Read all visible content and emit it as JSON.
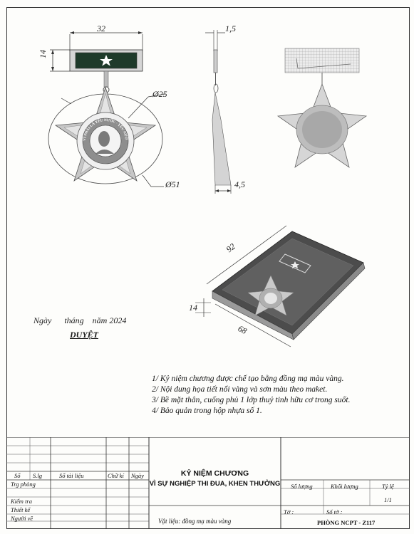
{
  "dimensions": {
    "ribbon_width": "32",
    "ribbon_height": "14",
    "medal_diameter": "Ø25",
    "star_diameter": "Ø51",
    "side_thickness": "1,5",
    "side_depth": "4,5",
    "box_length": "92",
    "box_depth": "14",
    "box_width": "68"
  },
  "medal_ring_text": "VÌ PHÁI LÀ YÊU NƯỚC · YÊU NƯỚC THÌ PHẢI THI ĐUA",
  "approval": {
    "date_line": "Ngày      tháng    năm 2024",
    "title": "DUYỆT"
  },
  "notes": [
    "1/ Kỷ niệm chương được chế tạo bằng đồng mạ màu vàng.",
    "2/ Nội dung họa tiết nổi vàng và sơn màu theo maket.",
    "3/ Bề mặt thân, cuống phủ 1 lớp thuỷ tinh hữu cơ trong suốt.",
    "4/ Bảo quản trong hộp nhựa số 1."
  ],
  "title_block": {
    "col_so": "Số",
    "col_slg": "S.lg",
    "col_so_tai_lieu": "Số tài liệu",
    "col_chu_ki": "Chữ kí",
    "col_ngay": "Ngày",
    "row_trg_phong": "Trg phòng",
    "row_kiem_tra": "Kiểm tra",
    "row_thiet_ke": "Thiết kế",
    "row_nguoi_ve": "Người vẽ",
    "title_line1": "KỶ NIỆM CHƯƠNG",
    "title_line2": "VÌ SỰ NGHIỆP THI ĐUA, KHEN THƯỞNG",
    "material": "Vật liệu: đồng mạ màu vàng",
    "so_luong": "Số lượng",
    "khoi_luong": "Khối lượng",
    "ti_le": "Tỷ lệ",
    "scale_value": "1/1",
    "to": "Tờ :",
    "so_to": "Số tờ :",
    "department": "PHÒNG NCPT - Z117"
  },
  "colors": {
    "line": "#333333",
    "ribbon": "#1e3a2a",
    "medal_grey": "#9a9a9a"
  }
}
